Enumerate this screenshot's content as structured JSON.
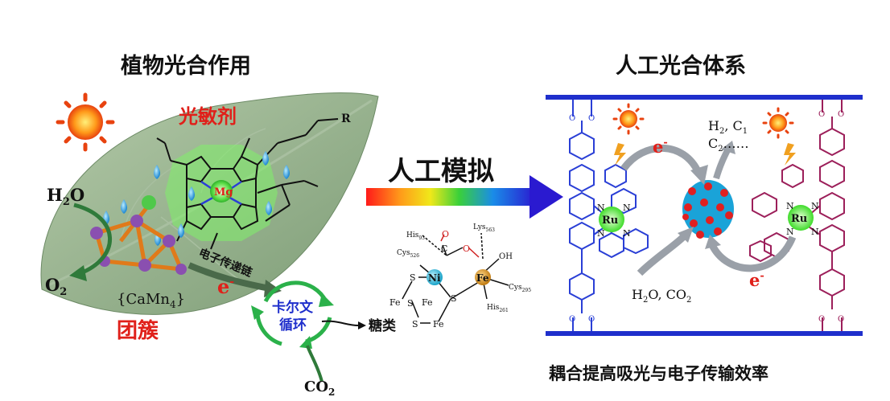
{
  "left": {
    "title": "植物光合作用",
    "photosensitizer": "光敏剂",
    "metal": "Mg",
    "r_group": "R",
    "water": "H",
    "water_sub": "2",
    "water_tail": "O",
    "oxygen": "O",
    "oxygen_sub": "2",
    "cluster": "{CaMn",
    "cluster_sub": "4",
    "cluster_tail": "}",
    "cluster_label": "团簇",
    "electron": "e",
    "electron_sup": "-",
    "electron_chain": "电子传递链",
    "calvin_line1": "卡尔文",
    "calvin_line2": "循环",
    "sugar": "糖类",
    "co2": "CO",
    "co2_sub": "2"
  },
  "middle": {
    "title": "人工模拟",
    "enzyme": {
      "his93": "His",
      "his93_sub": "93",
      "lys563": "Lys",
      "lys563_sub": "563",
      "cys526": "Cys",
      "cys526_sub": "526",
      "c": "C",
      "o1": "O",
      "o2": "O",
      "oh": "OH",
      "ni": "Ni",
      "fe1": "Fe",
      "s1": "S",
      "s2": "S",
      "s3": "S",
      "s4": "S",
      "fe2": "Fe",
      "fe3": "Fe",
      "fe4": "Fe",
      "cys295": "Cys",
      "cys295_sub": "295",
      "his261": "His",
      "his261_sub": "261"
    }
  },
  "right": {
    "title": "人工光合体系",
    "electron": "e",
    "electron_sup": "-",
    "products_line1": "H",
    "products_sub1": "2",
    "products_mid": ", C",
    "products_sub2": "1",
    "products_line2": "C",
    "products_sub3": "2",
    "products_tail": "……",
    "ru_left": "Ru",
    "ru_right": "Ru",
    "n_label": "N",
    "o_label": "O",
    "reactants": "H",
    "reactants_sub": "2",
    "reactants_mid": "O, CO",
    "reactants_sub2": "2",
    "caption": "耦合提高吸光与电子传输效率"
  },
  "colors": {
    "red_label": "#e0201a",
    "leaf": "#8fb08a",
    "green_cycle": "#2bb14a",
    "blue_linker": "#2a3fd6",
    "purple_linker": "#9c1f5a",
    "frame_blue": "#1f2fcc"
  }
}
